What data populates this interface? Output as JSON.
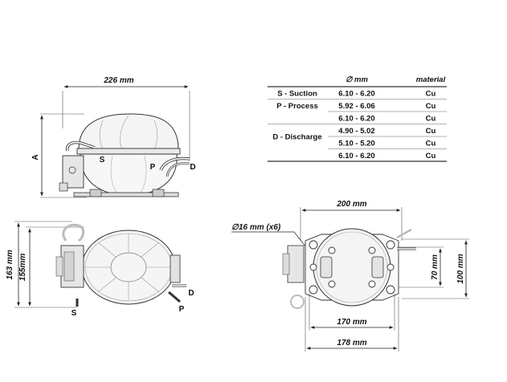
{
  "spec_table": {
    "headers": {
      "diameter": "∅ mm",
      "material": "material"
    },
    "rows": [
      {
        "label": "S - Suction",
        "diameter": "6.10 - 6.20",
        "material": "Cu"
      },
      {
        "label": "P - Process",
        "diameter": "5.92 - 6.06",
        "material": "Cu"
      },
      {
        "label": "",
        "diameter": "6.10 - 6.20",
        "material": "Cu"
      },
      {
        "label": "D - Discharge",
        "diameter": "4.90 - 5.02",
        "material": "Cu"
      },
      {
        "label": "",
        "diameter": "5.10 - 5.20",
        "material": "Cu"
      },
      {
        "label": "",
        "diameter": "6.10 - 6.20",
        "material": "Cu"
      }
    ]
  },
  "side_view": {
    "width_dim": "226 mm",
    "height_label": "A",
    "port_s": "S",
    "port_p": "P",
    "port_d": "D"
  },
  "top_view": {
    "height_outer_dim": "163 mm",
    "height_inner_dim": "155mm",
    "port_s": "S",
    "port_d": "D",
    "port_p": "P"
  },
  "base_view": {
    "hole_dim": "16 mm (x6)",
    "width_top_dim": "200 mm",
    "height_inner_dim": "70 mm",
    "height_outer_dim": "100 mm",
    "width_mid_dim": "170 mm",
    "width_bottom_dim": "178 mm"
  }
}
